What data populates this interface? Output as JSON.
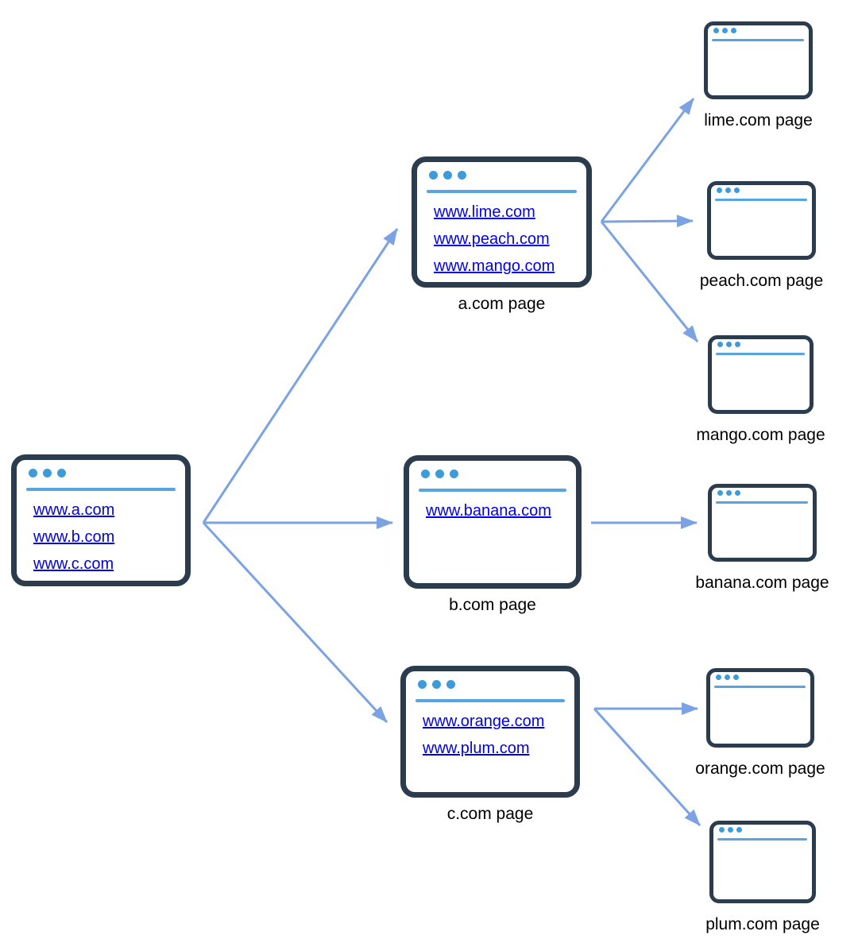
{
  "diagram": {
    "windows": {
      "root": {
        "links": [
          "www.a.com",
          "www.b.com",
          "www.c.com"
        ]
      },
      "a": {
        "links": [
          "www.lime.com",
          "www.peach.com",
          "www.mango.com"
        ],
        "label": "a.com page"
      },
      "b": {
        "links": [
          "www.banana.com"
        ],
        "label": "b.com page"
      },
      "c": {
        "links": [
          "www.orange.com",
          "www.plum.com"
        ],
        "label": "c.com page"
      },
      "lime": {
        "label": "lime.com page"
      },
      "peach": {
        "label": "peach.com page"
      },
      "mango": {
        "label": "mango.com page"
      },
      "banana": {
        "label": "banana.com page"
      },
      "orange": {
        "label": "orange.com page"
      },
      "plum": {
        "label": "plum.com page"
      }
    },
    "edges": [
      {
        "from": "root window",
        "to": "a.com page"
      },
      {
        "from": "root window",
        "to": "b.com page"
      },
      {
        "from": "root window",
        "to": "c.com page"
      },
      {
        "from": "a.com page",
        "to": "lime.com page"
      },
      {
        "from": "a.com page",
        "to": "peach.com page"
      },
      {
        "from": "a.com page",
        "to": "mango.com page"
      },
      {
        "from": "b.com page",
        "to": "banana.com page"
      },
      {
        "from": "c.com page",
        "to": "orange.com page"
      },
      {
        "from": "c.com page",
        "to": "plum.com page"
      }
    ],
    "colors": {
      "window_border": "#2b3c4f",
      "titlebar_dot": "#3d9bd9",
      "titlebar_line": "#56a5e1",
      "link_blue": "#0000ee",
      "label_text": "#000000",
      "arrow": "#7ba2e2"
    }
  }
}
